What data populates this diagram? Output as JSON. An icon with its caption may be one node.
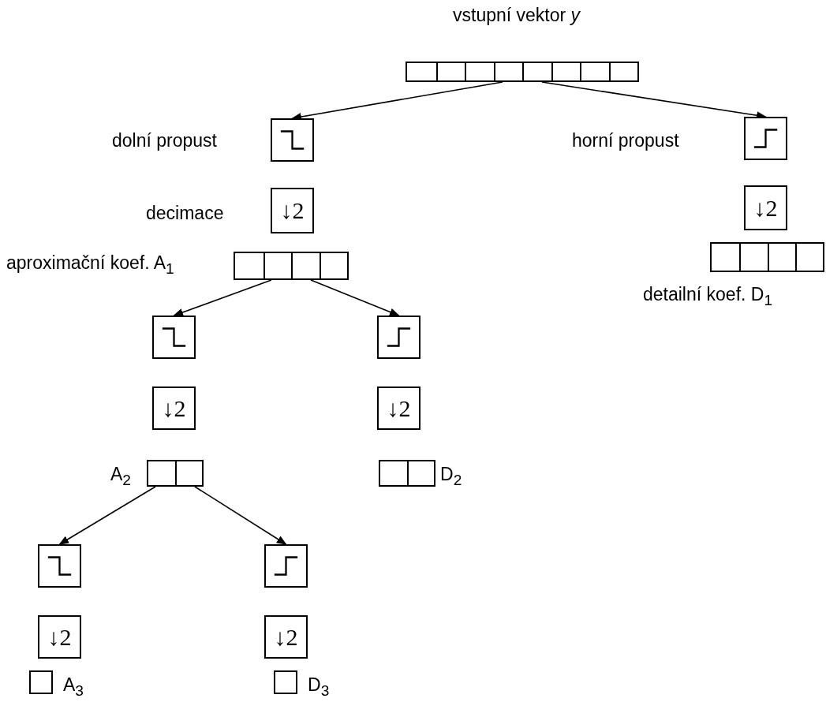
{
  "diagram": {
    "nodes": [
      {
        "text": [],
        "shape": "bar",
        "beside": [
          "vstupní vektor *y*"
        ]
      },
      {
        "text": [],
        "shape": "box",
        "beside": [
          "dolní propust"
        ]
      },
      {
        "text": [],
        "shape": "box",
        "beside": [
          "horní propust"
        ]
      },
      {
        "text": [
          "↓2"
        ],
        "beside": [
          "decimace"
        ]
      },
      {
        "text": [
          "↓2"
        ]
      },
      {
        "text": [],
        "shape": "bar",
        "beside": [
          "aproximační koef. A$_{1}$"
        ]
      },
      {
        "text": [],
        "shape": "bar",
        "beside": [
          "detailní koef. D$_{1}$"
        ]
      },
      {
        "text": [],
        "shape": "box"
      },
      {
        "text": [],
        "shape": "box"
      },
      {
        "text": [
          "↓2"
        ]
      },
      {
        "text": [
          "↓2"
        ]
      },
      {
        "text": [],
        "shape": "bar",
        "beside": [
          "A$_{2}$"
        ]
      },
      {
        "text": [],
        "shape": "bar",
        "beside": [
          "D$_{2}$"
        ]
      },
      {
        "text": [],
        "shape": "box"
      },
      {
        "text": [],
        "shape": "box"
      },
      {
        "text": [
          "↓2"
        ]
      },
      {
        "text": [
          "↓2"
        ]
      },
      {
        "text": [],
        "shape": "bar",
        "beside": [
          "A$_{3}$"
        ]
      },
      {
        "text": [],
        "shape": "bar",
        "beside": [
          "D$_{3}$"
        ]
      }
    ],
    "edges": [
      {
        "from": 0,
        "to": 1,
        "arrow": "to"
      },
      {
        "from": 0,
        "to": 2,
        "arrow": "to"
      },
      {
        "from": 5,
        "to": 7,
        "arrow": "to"
      },
      {
        "from": 5,
        "to": 8,
        "arrow": "to"
      },
      {
        "from": 11,
        "to": 13,
        "arrow": "to"
      },
      {
        "from": 11,
        "to": 14,
        "arrow": "to"
      }
    ]
  }
}
